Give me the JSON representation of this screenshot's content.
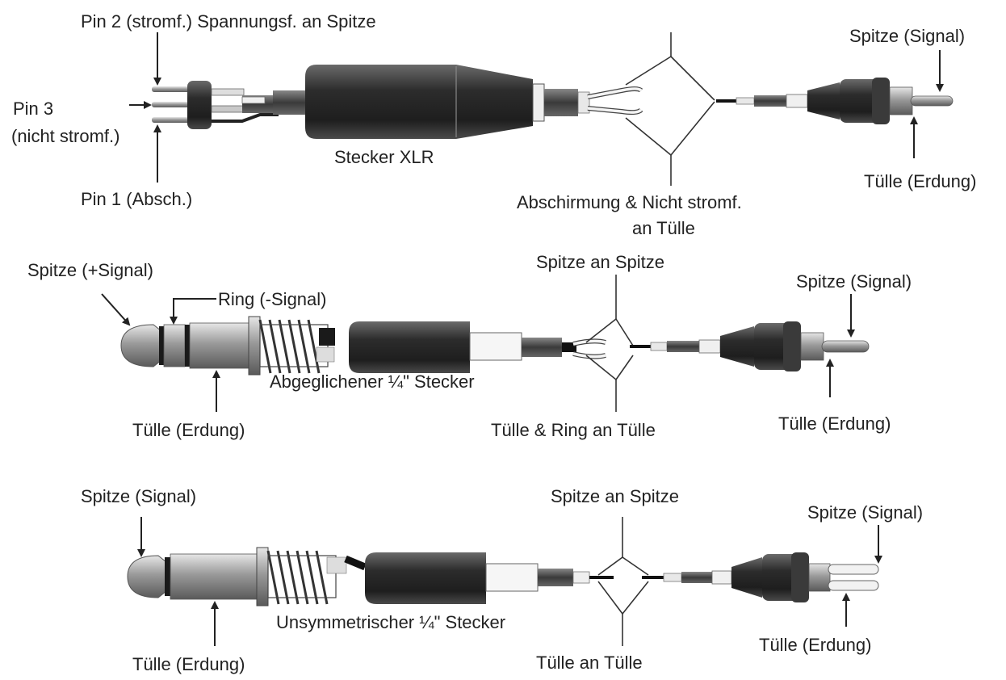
{
  "xlr_rca": {
    "pin2": "Pin 2 (stromf.) Spannungsf. an Spitze",
    "pin3_line1": "Pin 3",
    "pin3_line2": "(nicht stromf.)",
    "pin1": "Pin 1 (Absch.)",
    "connector": "Stecker XLR",
    "shield_line1": "Abschirmung & Nicht stromf.",
    "shield_line2": "an Tülle",
    "rca_tip": "Spitze (Signal)",
    "rca_sleeve": "Tülle (Erdung)"
  },
  "trs_rca": {
    "tip": "Spitze (+Signal)",
    "ring": "Ring (-Signal)",
    "sleeve": "Tülle (Erdung)",
    "connector": "Abgeglichener ¼\" Stecker",
    "tip_to_tip": "Spitze an Spitze",
    "sleeve_ring": "Tülle & Ring an Tülle",
    "rca_tip": "Spitze (Signal)",
    "rca_sleeve": "Tülle (Erdung)"
  },
  "ts_rca": {
    "tip": "Spitze (Signal)",
    "sleeve": "Tülle (Erdung)",
    "connector": "Unsymmetrischer ¼\" Stecker",
    "tip_to_tip": "Spitze an Spitze",
    "sleeve_to_sleeve": "Tülle an Tülle",
    "rca_tip": "Spitze (Signal)",
    "rca_sleeve": "Tülle (Erdung)"
  },
  "colors": {
    "ink": "#222222",
    "body_dark": "#2c2c2c",
    "body_mid": "#6a6a6a",
    "metal": "#b5b5b5",
    "braid": "#555555"
  }
}
